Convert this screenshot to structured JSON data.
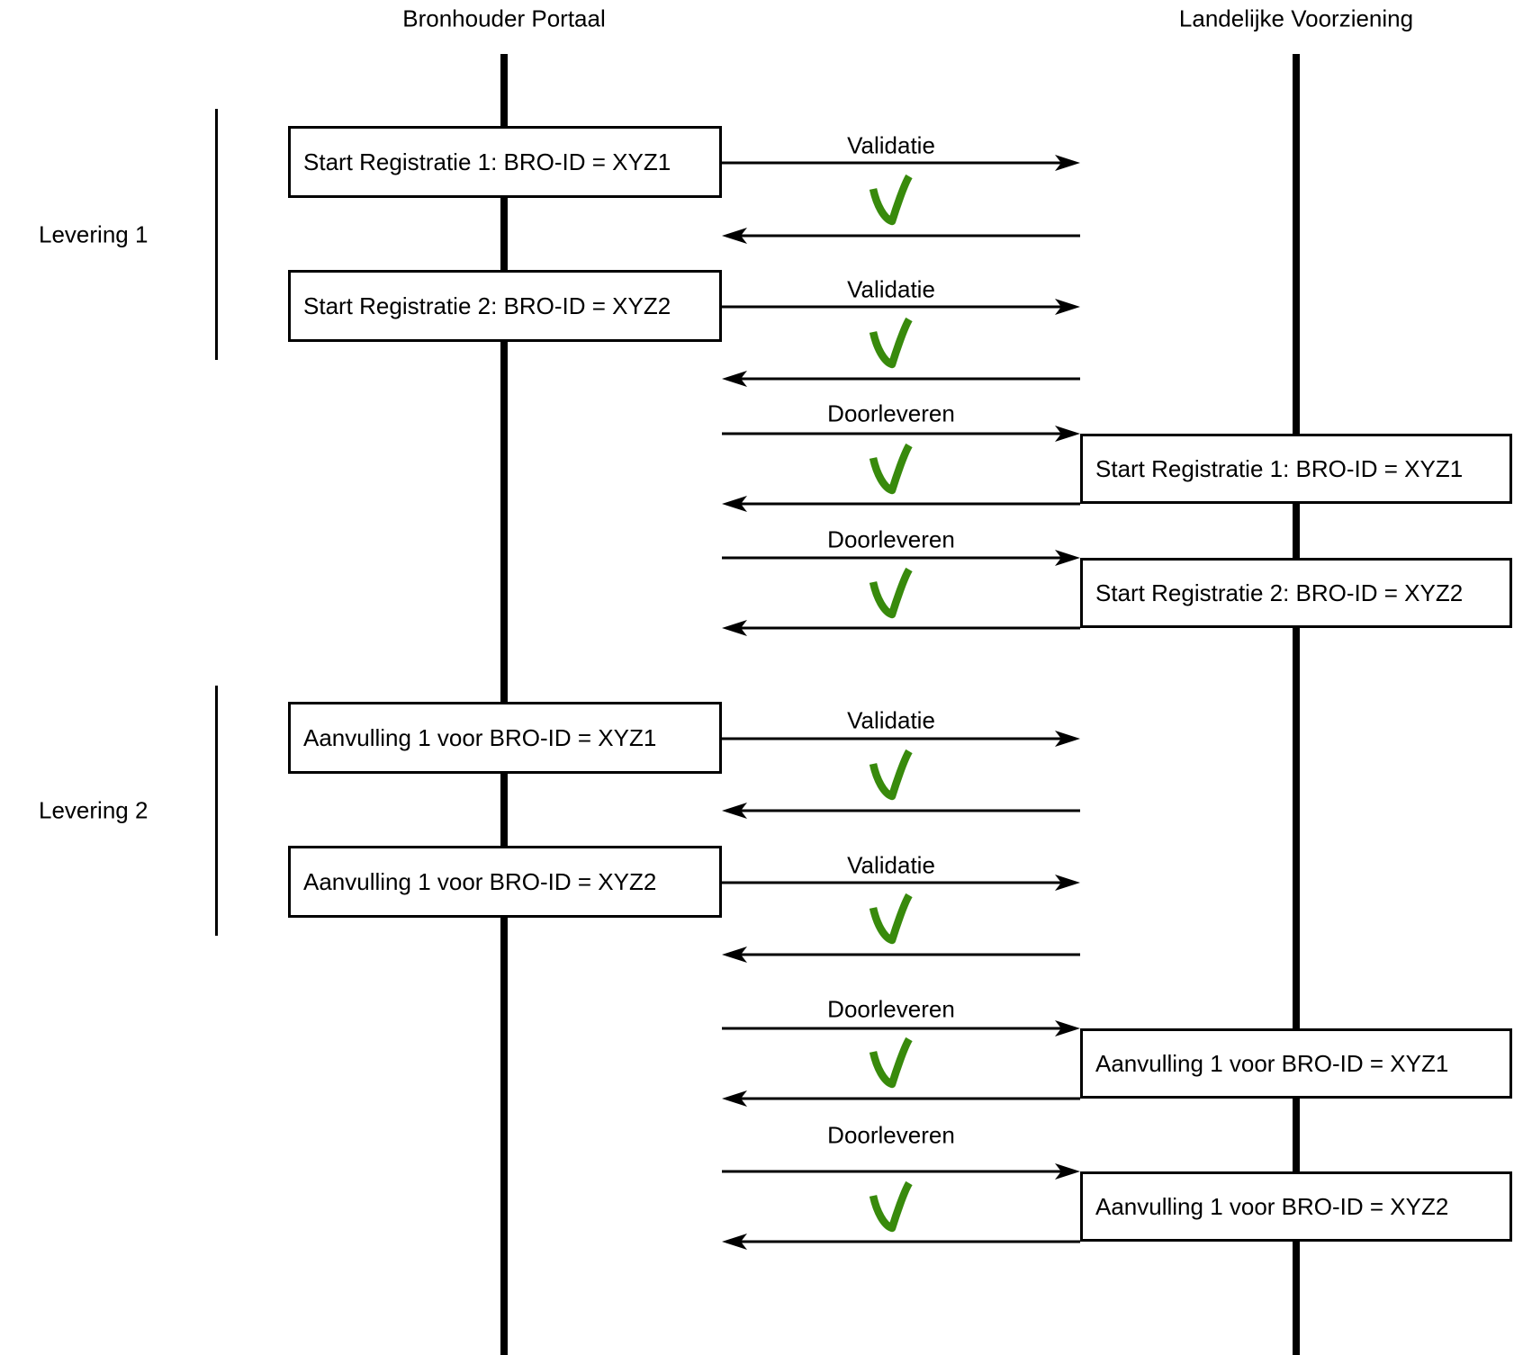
{
  "diagram": {
    "type": "sequence-diagram",
    "actors": [
      {
        "id": "bronhouder-portaal",
        "label": "Bronhouder Portaal"
      },
      {
        "id": "landelijke-voorziening",
        "label": "Landelijke Voorziening"
      }
    ],
    "groups": [
      {
        "id": "levering-1",
        "label": "Levering 1"
      },
      {
        "id": "levering-2",
        "label": "Levering 2"
      }
    ],
    "left_boxes": [
      "Start Registratie 1: BRO-ID = XYZ1",
      "Start Registratie 2: BRO-ID = XYZ2",
      "Aanvulling 1 voor BRO-ID = XYZ1",
      "Aanvulling 1 voor BRO-ID = XYZ2"
    ],
    "right_boxes": [
      "Start Registratie 1: BRO-ID = XYZ1",
      "Start Registratie 2: BRO-ID = XYZ2",
      "Aanvulling 1 voor BRO-ID = XYZ1",
      "Aanvulling 1 voor BRO-ID = XYZ2"
    ],
    "messages": [
      {
        "label": "Validatie",
        "direction": "right",
        "result": "check"
      },
      {
        "label": "Validatie",
        "direction": "right",
        "result": "check"
      },
      {
        "label": "Doorleveren",
        "direction": "right",
        "result": "check"
      },
      {
        "label": "Doorleveren",
        "direction": "right",
        "result": "check"
      },
      {
        "label": "Validatie",
        "direction": "right",
        "result": "check"
      },
      {
        "label": "Validatie",
        "direction": "right",
        "result": "check"
      },
      {
        "label": "Doorleveren",
        "direction": "right",
        "result": "check"
      },
      {
        "label": "Doorleveren",
        "direction": "right",
        "result": "check"
      }
    ],
    "colors": {
      "line": "#000000",
      "check_green": "#388a0c",
      "box_background": "#ffffff"
    }
  }
}
